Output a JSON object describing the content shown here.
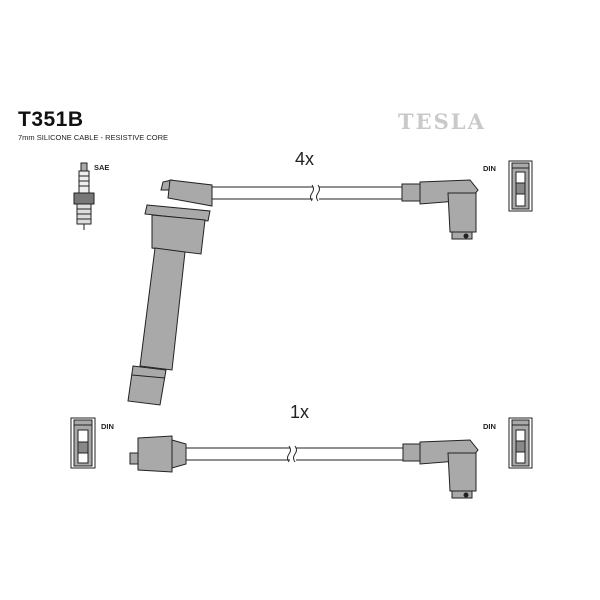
{
  "header": {
    "part_number": "T351B",
    "cable_spec": "7mm SILICONE CABLE - RESISTIVE CORE",
    "brand": "TESLA"
  },
  "leads": {
    "upper_quantity": "4x",
    "lower_quantity": "1x"
  },
  "connector_standards": {
    "spark_plug": "SAE",
    "upper_right": "DIN",
    "lower_left": "DIN",
    "lower_right": "DIN"
  },
  "colors": {
    "boot_fill": "#a9a9a9",
    "line": "#222222",
    "logo": "#c9c9c9"
  }
}
